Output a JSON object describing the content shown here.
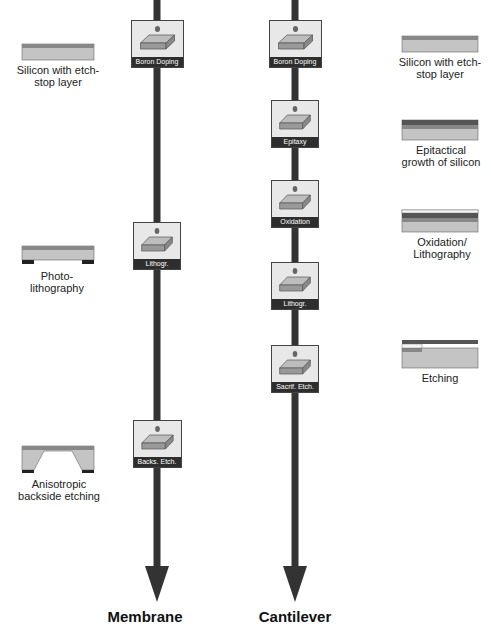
{
  "diagram": {
    "nodes": [
      {
        "text": [
          "Boron Doping"
        ]
      },
      {
        "text": [
          "Lithogr."
        ]
      },
      {
        "text": [
          "Backs. Etch."
        ]
      },
      {
        "text": [
          "Boron Doping"
        ]
      },
      {
        "text": [
          "Epitaxy"
        ]
      },
      {
        "text": [
          "Oxidation"
        ]
      },
      {
        "text": [
          "Lithogr."
        ]
      },
      {
        "text": [
          "Sacrif. Etch."
        ]
      }
    ],
    "edges": [
      {
        "from": 0,
        "to": 1,
        "arrow": "none"
      },
      {
        "from": 1,
        "to": 2,
        "arrow": "none"
      },
      {
        "from": 3,
        "to": 4,
        "arrow": "none"
      },
      {
        "from": 4,
        "to": 5,
        "arrow": "none"
      },
      {
        "from": 5,
        "to": 6,
        "arrow": "none"
      },
      {
        "from": 6,
        "to": 7,
        "arrow": "none"
      }
    ],
    "labels": [
      "Silicon with etch-stop layer",
      "Silicon with etch-stop layer",
      "Epitactical growth of silicon",
      "Photo-lithography",
      "Oxidation/ Lithography",
      "Anisotropic backside etching",
      "Etching",
      "Membrane",
      "Cantilever"
    ]
  }
}
